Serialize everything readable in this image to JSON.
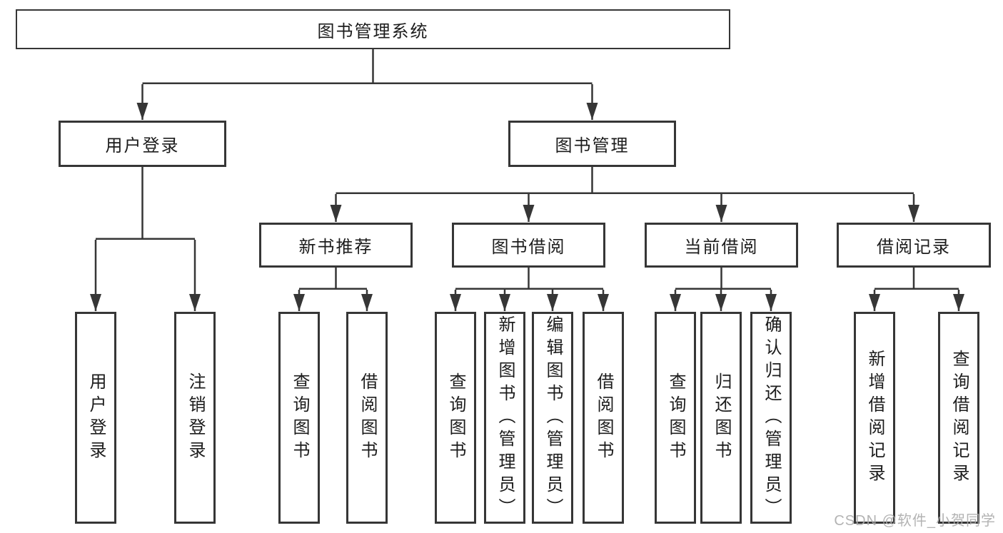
{
  "tree": {
    "label": "图书管理系统",
    "children": [
      {
        "label": "用户登录",
        "children": [
          {
            "label": "用户登录"
          },
          {
            "label": "注销登录"
          }
        ]
      },
      {
        "label": "图书管理",
        "children": [
          {
            "label": "新书推荐",
            "children": [
              {
                "label": "查询图书"
              },
              {
                "label": "借阅图书"
              }
            ]
          },
          {
            "label": "图书借阅",
            "children": [
              {
                "label": "查询图书"
              },
              {
                "label": "新增图书（管理员）"
              },
              {
                "label": "编辑图书（管理员）"
              },
              {
                "label": "借阅图书"
              }
            ]
          },
          {
            "label": "当前借阅",
            "children": [
              {
                "label": "查询图书"
              },
              {
                "label": "归还图书"
              },
              {
                "label": "确认归还（管理员）"
              }
            ]
          },
          {
            "label": "借阅记录",
            "children": [
              {
                "label": "新增借阅记录"
              },
              {
                "label": "查询借阅记录"
              }
            ]
          }
        ]
      }
    ]
  },
  "watermark": {
    "text": "CSDN @软件_小贺同学"
  },
  "colors": {
    "line": "#363636",
    "box_border": "#363636",
    "text": "#1c1c1c",
    "background": "#ffffff",
    "watermark": "#ababab"
  }
}
